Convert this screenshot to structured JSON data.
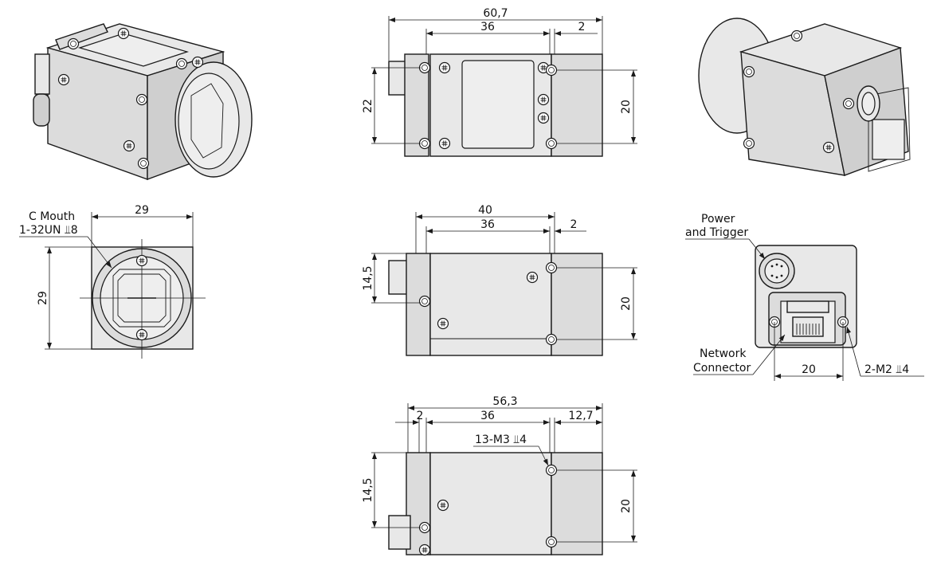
{
  "front_view": {
    "mount_label_1": "C Mouth",
    "mount_label_2": "1-32UN ⫫8",
    "width": "29",
    "height": "29"
  },
  "top_view": {
    "overall_length": "60,7",
    "body_length": "36",
    "flange": "2",
    "left_height": "22",
    "hole_spacing": "20"
  },
  "side_view": {
    "overall_length": "40",
    "body_length": "36",
    "flange": "2",
    "left_height": "14,5",
    "hole_spacing": "20"
  },
  "bottom_view": {
    "overall_length": "56,3",
    "flange": "2",
    "body_length": "36",
    "rear": "12,7",
    "thread_label": "13-M3 ⫫4",
    "left_height": "14,5",
    "hole_spacing": "20"
  },
  "rear_view": {
    "power_label_1": "Power",
    "power_label_2": "and Trigger",
    "network_label_1": "Network",
    "network_label_2": "Connector",
    "hole_spacing": "20",
    "thread_label": "2-M2 ⫫4"
  },
  "icons": [
    "screw-icon",
    "mounting-hole-icon"
  ]
}
